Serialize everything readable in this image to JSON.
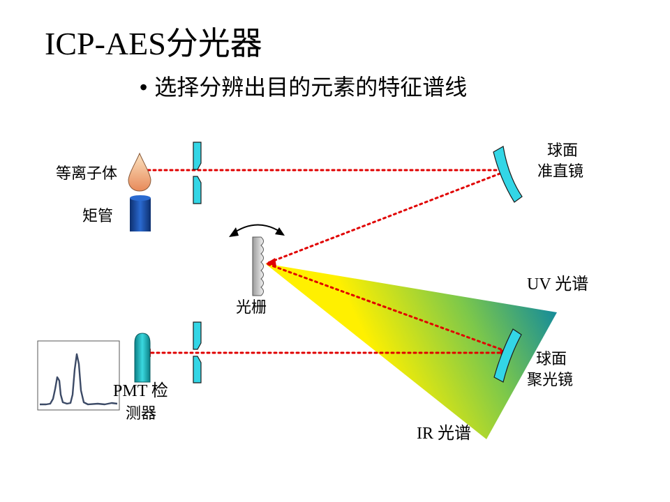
{
  "title": "ICP-AES分光器",
  "bullet": "选择分辨出目的元素的特征谱线",
  "labels": {
    "plasma": "等离子体",
    "torch": "矩管",
    "collimator_line1": "球面",
    "collimator_line2": "准直镜",
    "grating": "光栅",
    "uv_spectrum": "UV 光谱",
    "focusing_line1": "球面",
    "focusing_line2": "聚光镜",
    "detector_line1": "PMT 检",
    "detector_line2": "测器",
    "ir_spectrum": "IR 光谱"
  },
  "colors": {
    "beam": "#e00000",
    "slit": "#33d6e6",
    "mirror": "#33d6e6",
    "torch": "#1a4fa0",
    "flame": "#f0b080",
    "fan_top": "#1a8a9a",
    "fan_bottom": "#ffee00",
    "grating": "#c8c8c8"
  }
}
